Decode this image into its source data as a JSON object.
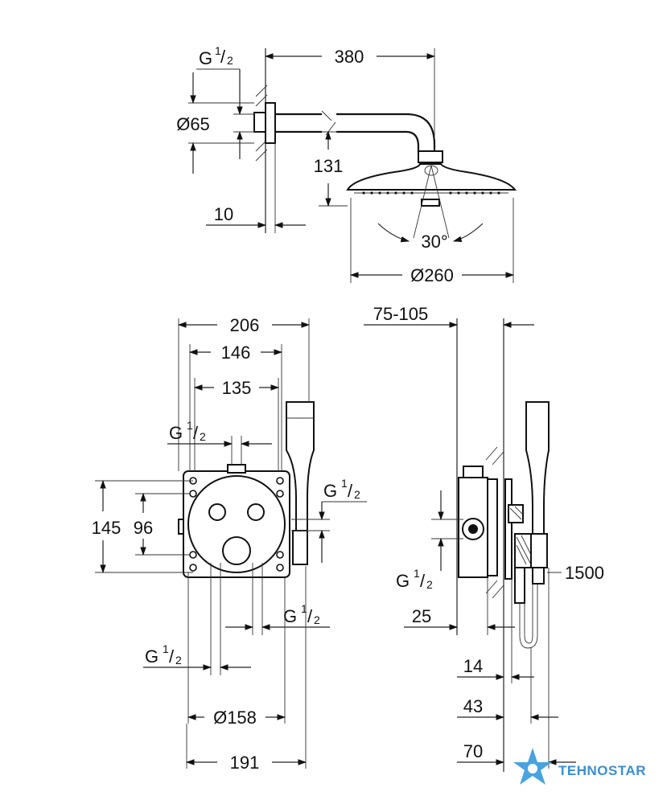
{
  "top_view": {
    "dim_length": "380",
    "dim_height": "131",
    "dim_offset": "10",
    "dim_flange": "Ø65",
    "dim_head": "Ø260",
    "dim_angle": "30°",
    "thread_label": "G",
    "thread_sup": "1",
    "thread_sub": "2"
  },
  "front_view": {
    "dim_total_width": "206",
    "dim_width_146": "146",
    "dim_width_135": "135",
    "dim_height_145": "145",
    "dim_height_96": "96",
    "dim_diameter": "Ø158",
    "dim_width_191": "191",
    "thread_top": {
      "label": "G",
      "sup": "1",
      "sub": "2"
    },
    "thread_right": {
      "label": "G",
      "sup": "1",
      "sub": "2"
    },
    "thread_bottom_right": {
      "label": "G",
      "sup": "1",
      "sub": "2"
    },
    "thread_bottom_left": {
      "label": "G",
      "sup": "1",
      "sub": "2"
    }
  },
  "side_view": {
    "dim_depth_range": "75-105",
    "dim_hose": "1500",
    "dim_25": "25",
    "dim_14": "14",
    "dim_43": "43",
    "dim_70": "70",
    "thread": {
      "label": "G",
      "sup": "1",
      "sub": "2"
    }
  },
  "watermark": {
    "brand": "TEHNOSTAR",
    "brand_color": "#3a8fd0",
    "icon": "star-logo-icon"
  }
}
